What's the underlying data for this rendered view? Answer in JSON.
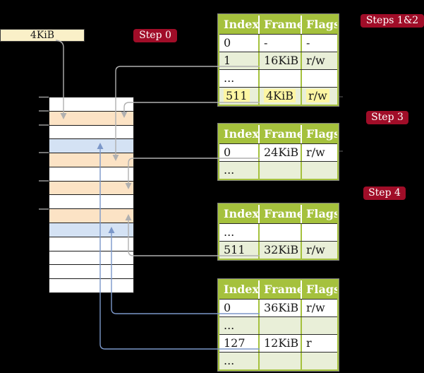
{
  "colors": {
    "background": "#000000",
    "crimson": "#a00d28",
    "table_header_green": "#a5c13d",
    "row_green": "#e9efd8",
    "row_white": "#ffffff",
    "highlight_yellow": "#fdf6a3",
    "frame_pagetable_peach": "#fce3c5",
    "frame_mapped_blue": "#d4e2f4",
    "root_box_cream": "#faf0c8",
    "connector_gray": "#b0b0b0",
    "connector_blue": "#7b97c9"
  },
  "root_box": {
    "label": "4KiB"
  },
  "badges": {
    "step0": "Step 0",
    "steps12": "Steps 1&2",
    "step3": "Step 3",
    "step4": "Step 4"
  },
  "tables": [
    {
      "name": "page-table-level4",
      "headers": [
        "Index",
        "Frame",
        "Flags"
      ],
      "rows": [
        {
          "index": "0",
          "frame": "-",
          "flags": "-",
          "shaded": false,
          "highlighted": false
        },
        {
          "index": "1",
          "frame": "16KiB",
          "flags": "r/w",
          "shaded": true,
          "highlighted": false
        },
        {
          "index": "...",
          "frame": "",
          "flags": "",
          "shaded": false,
          "highlighted": false
        },
        {
          "index": "511",
          "frame": "4KiB",
          "flags": "r/w",
          "shaded": true,
          "highlighted": true
        }
      ]
    },
    {
      "name": "page-table-step3",
      "headers": [
        "Index",
        "Frame",
        "Flags"
      ],
      "rows": [
        {
          "index": "0",
          "frame": "24KiB",
          "flags": "r/w",
          "shaded": false,
          "highlighted": false
        },
        {
          "index": "...",
          "frame": "",
          "flags": "",
          "shaded": true,
          "highlighted": false
        }
      ]
    },
    {
      "name": "page-table-step4",
      "headers": [
        "Index",
        "Frame",
        "Flags"
      ],
      "rows": [
        {
          "index": "...",
          "frame": "",
          "flags": "",
          "shaded": false,
          "highlighted": false
        },
        {
          "index": "511",
          "frame": "32KiB",
          "flags": "r/w",
          "shaded": true,
          "highlighted": false
        }
      ]
    },
    {
      "name": "page-table-final",
      "headers": [
        "Index",
        "Frame",
        "Flags"
      ],
      "rows": [
        {
          "index": "0",
          "frame": "36KiB",
          "flags": "r/w",
          "shaded": false,
          "highlighted": false
        },
        {
          "index": "...",
          "frame": "",
          "flags": "",
          "shaded": true,
          "highlighted": false
        },
        {
          "index": "127",
          "frame": "12KiB",
          "flags": "r",
          "shaded": false,
          "highlighted": false
        },
        {
          "index": "...",
          "frame": "",
          "flags": "",
          "shaded": true,
          "highlighted": false
        }
      ]
    }
  ],
  "memory": {
    "frames": [
      {
        "kind": "plain"
      },
      {
        "kind": "pagetable"
      },
      {
        "kind": "plain"
      },
      {
        "kind": "mapped"
      },
      {
        "kind": "pagetable"
      },
      {
        "kind": "plain"
      },
      {
        "kind": "pagetable"
      },
      {
        "kind": "plain"
      },
      {
        "kind": "pagetable"
      },
      {
        "kind": "mapped"
      },
      {
        "kind": "plain"
      },
      {
        "kind": "plain"
      },
      {
        "kind": "plain"
      },
      {
        "kind": "plain"
      }
    ]
  },
  "arrows": [
    {
      "from": "root-box",
      "to": "frame-4KiB",
      "color": "gray"
    },
    {
      "from": "level4-row-1",
      "to": "frame-16KiB",
      "color": "gray"
    },
    {
      "from": "level4-row-511",
      "to": "frame-4KiB",
      "color": "gray"
    },
    {
      "from": "step3-row-0",
      "to": "frame-24KiB",
      "color": "gray"
    },
    {
      "from": "step4-row-511",
      "to": "frame-32KiB",
      "color": "gray"
    },
    {
      "from": "final-row-0",
      "to": "frame-36KiB",
      "color": "blue"
    },
    {
      "from": "final-row-127",
      "to": "frame-12KiB",
      "color": "blue"
    }
  ]
}
